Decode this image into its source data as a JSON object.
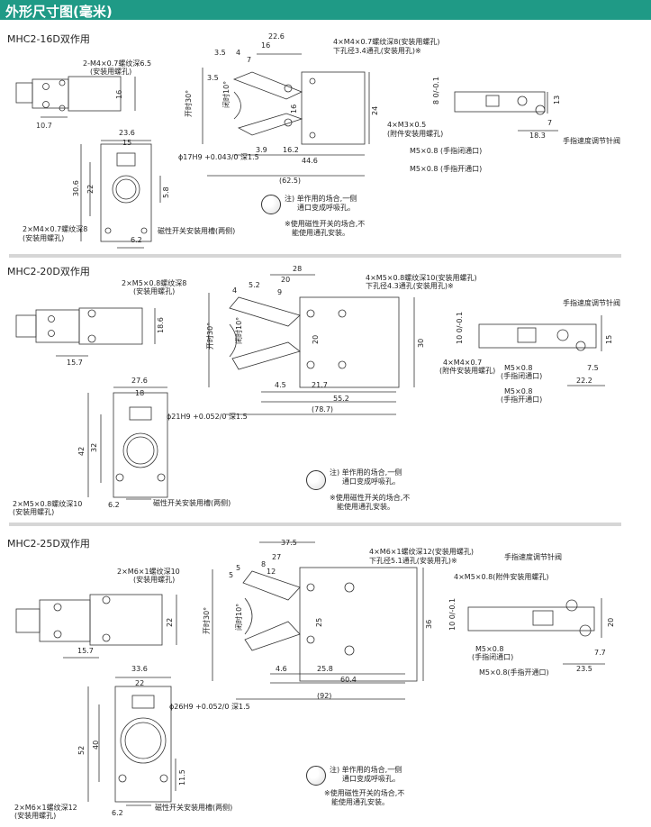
{
  "header": {
    "title": "外形尺寸图(毫米)"
  },
  "colors": {
    "header_bg": "#1f9a86"
  },
  "sections": [
    {
      "title": "MHC2-16D双作用",
      "side_labels": [
        "2-M4×0.7螺纹深6.5",
        "(安装用螺孔)"
      ],
      "side_dims": [
        "16",
        "10.7"
      ],
      "front_dims": [
        "23.6",
        "15",
        "30.6",
        "22",
        "5.8",
        "6.2"
      ],
      "front_labels": [
        "ϕ17H9 +0.043/0 深1.5",
        "2×M4×0.7螺纹深8",
        "(安装用螺孔)",
        "磁性开关安装用槽(两侧)"
      ],
      "open_dims": [
        "22.6",
        "16",
        "4",
        "7",
        "3.5",
        "3.5",
        "16",
        "24",
        "3.9",
        "16.2",
        "44.6",
        "(62.5)"
      ],
      "open_labels": [
        "开时30°",
        "闭时10°",
        "4×M4×0.7螺纹深8(安装用螺孔)",
        "下孔径3.4通孔(安装用孔)※"
      ],
      "right_labels": [
        "8 0/-0.1",
        "13",
        "4×M3×0.5",
        "(附件安装用螺孔)",
        "18.3",
        "7",
        "手指速度调节针阀",
        "M5×0.8 (手指闭通口)",
        "M5×0.8 (手指开通口)"
      ],
      "note": [
        "注) 单作用的场合,一侧",
        "通口变成呼吸孔。",
        "※使用磁性开关的场合,不",
        "能使用通孔安装。"
      ]
    },
    {
      "title": "MHC2-20D双作用",
      "side_labels": [
        "2×M5×0.8螺纹深8",
        "(安装用螺孔)"
      ],
      "side_dims": [
        "18.6",
        "15.7"
      ],
      "front_dims": [
        "27.6",
        "18",
        "42",
        "32",
        "6.2"
      ],
      "front_labels": [
        "ϕ21H9 +0.052/0 深1.5",
        "2×M5×0.8螺纹深10",
        "(安装用螺孔)",
        "磁性开关安装用槽(两侧)"
      ],
      "open_dims": [
        "28",
        "20",
        "5.2",
        "4",
        "9",
        "20",
        "30",
        "4.5",
        "21.7",
        "55.2",
        "(78.7)"
      ],
      "open_labels": [
        "开时30°",
        "闭时10°",
        "4×M5×0.8螺纹深10(安装用螺孔)",
        "下孔径4.3通孔(安装用孔)※"
      ],
      "right_labels": [
        "手指速度调节针阀",
        "10 0/-0.1",
        "15",
        "4×M4×0.7",
        "(附件安装用螺孔)",
        "M5×0.8",
        "(手指闭通口)",
        "M5×0.8",
        "(手指开通口)",
        "7.5",
        "22.2"
      ],
      "note": [
        "注) 单作用的场合,一侧",
        "通口变成呼吸孔。",
        "※使用磁性开关的场合,不",
        "能使用通孔安装。"
      ]
    },
    {
      "title": "MHC2-25D双作用",
      "side_labels": [
        "2×M6×1螺纹深10",
        "(安装用螺孔)"
      ],
      "side_dims": [
        "22",
        "15.7"
      ],
      "front_dims": [
        "33.6",
        "22",
        "52",
        "40",
        "11.5",
        "6.2"
      ],
      "front_labels": [
        "ϕ26H9 +0.052/0 深1.5",
        "2×M6×1螺纹深12",
        "(安装用螺孔)",
        "磁性开关安装用槽(两侧)"
      ],
      "open_dims": [
        "37.5",
        "27",
        "8",
        "12",
        "5",
        "5",
        "25",
        "36",
        "4.6",
        "25.8",
        "60.4",
        "(92)"
      ],
      "open_labels": [
        "开时30°",
        "闭时10°",
        "4×M6×1螺纹深12(安装用螺孔)",
        "下孔径5.1通孔(安装用孔)※"
      ],
      "right_labels": [
        "手指速度调节针阀",
        "4×M5×0.8(附件安装用螺孔)",
        "10 0/-0.1",
        "20",
        "M5×0.8",
        "(手指闭通口)",
        "M5×0.8(手指开通口)",
        "7.7",
        "23.5"
      ],
      "note": [
        "注) 单作用的场合,一侧",
        "通口变成呼吸孔。",
        "※使用磁性开关的场合,不",
        "能使用通孔安装。"
      ]
    }
  ]
}
